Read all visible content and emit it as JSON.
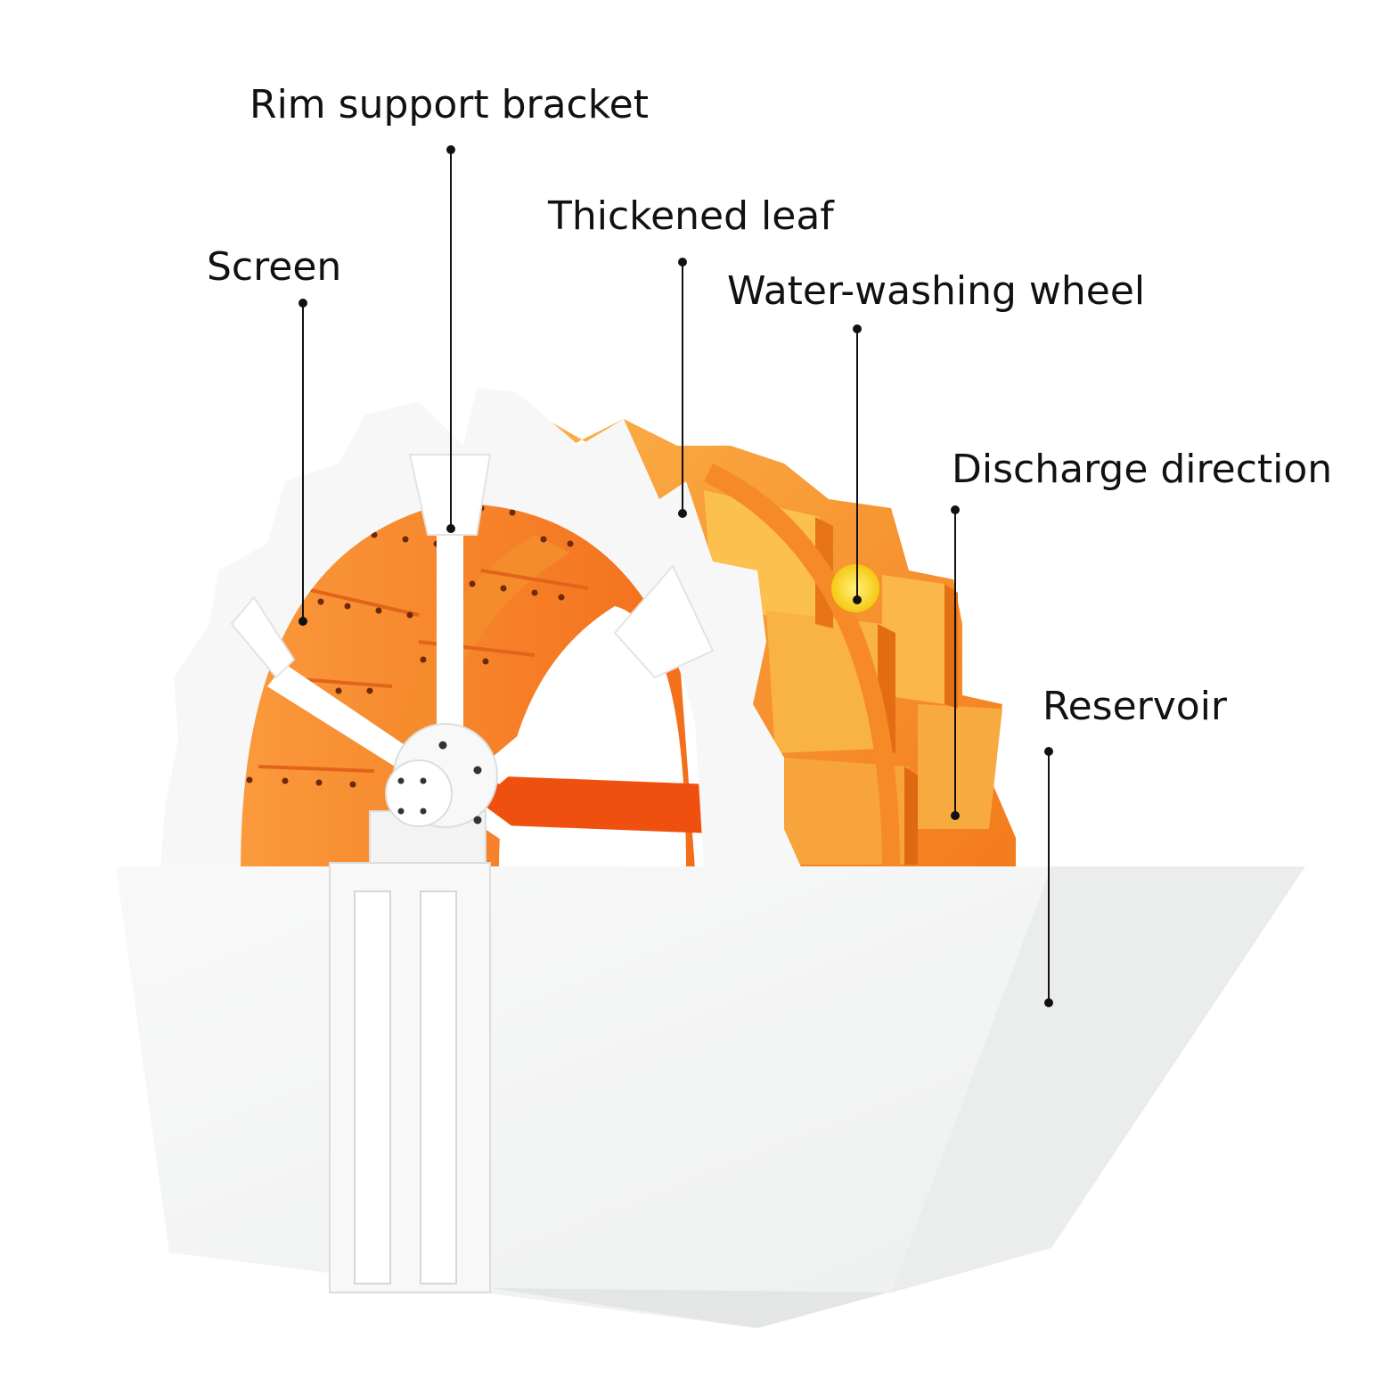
{
  "labels": {
    "rim_support_bracket": "Rim support bracket",
    "thickened_leaf": "Thickened leaf",
    "screen": "Screen",
    "water_washing_wheel": "Water-washing wheel",
    "discharge_direction": "Discharge direction",
    "reservoir": "Reservoir"
  },
  "colors": {
    "orange_light": "#fbb24a",
    "orange_mid": "#f7942c",
    "orange_dark": "#f26a14",
    "axle": "#f0500f",
    "white_frame": "#f7f7f7",
    "tank": "#f4f5f5",
    "tank_shadow": "#e6e8e8",
    "leader": "#111111",
    "badge": "#f5d21e"
  }
}
